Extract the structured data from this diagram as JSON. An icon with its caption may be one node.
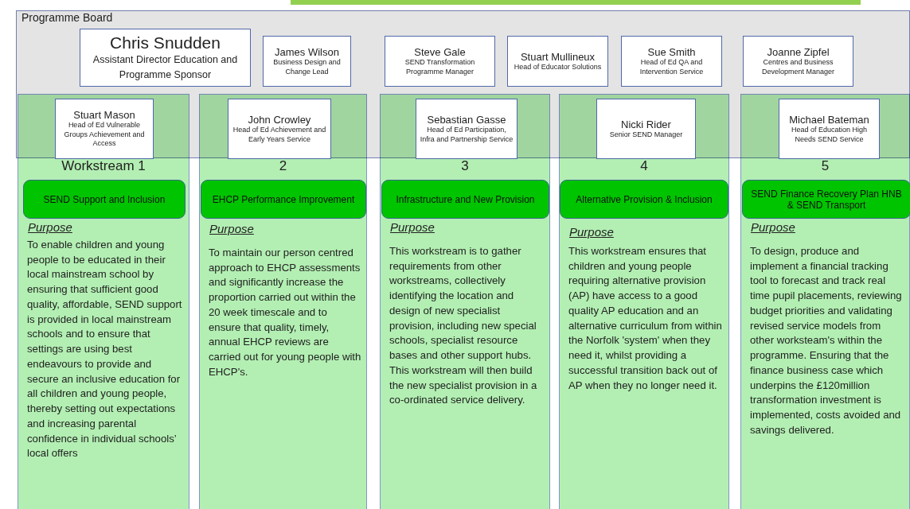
{
  "diagram": {
    "nodes": [
      {
        "text": [
          "Programme Board"
        ]
      },
      {
        "text": [
          "Chris Snudden",
          "Assistant Director Education and Programme Sponsor"
        ],
        "in": 0
      },
      {
        "text": [
          "James Wilson",
          "Business Design and Change Lead"
        ],
        "in": 0
      },
      {
        "text": [
          "Steve Gale",
          "SEND Transformation Programme Manager"
        ],
        "in": 0
      },
      {
        "text": [
          "Stuart Mullineux",
          "Head of Educator Solutions"
        ],
        "in": 0
      },
      {
        "text": [
          "Sue Smith",
          "Head of Ed QA and Intervention Service"
        ],
        "in": 0
      },
      {
        "text": [
          "Joanne Zipfel",
          "Centres and Business Development Manager"
        ],
        "in": 0
      },
      {
        "text": [
          "Workstream 1",
          "Purpose",
          "To enable children and young people to be educated in their local mainstream school by ensuring that sufficient good quality, affordable, SEND support is provided in local mainstream schools and to ensure that settings are using best endeavours to provide and secure an inclusive education for all children and young people,  thereby setting out expectations and increasing parental confidence in individual schools’ local offers"
        ]
      },
      {
        "text": [
          "Stuart Mason",
          "Head of Ed Vulnerable Groups Achievement and Access"
        ]
      },
      {
        "text": [
          "SEND Support and Inclusion"
        ],
        "in": 7
      },
      {
        "text": [
          "2",
          "Purpose",
          "To maintain our person centred approach to EHCP assessments and significantly increase the proportion carried out within the 20 week timescale and to ensure that quality, timely,  annual EHCP reviews are carried out for young people with EHCP's."
        ]
      },
      {
        "text": [
          "John Crowley",
          "Head of Ed Achievement and Early Years Service"
        ]
      },
      {
        "text": [
          "EHCP Performance Improvement"
        ],
        "in": 10
      },
      {
        "text": [
          "3",
          "Purpose",
          "This workstream is to gather requirements from other workstreams,  collectively identifying the location and design of new specialist provision, including new special schools, specialist resource bases and other support hubs.  This workstream will then build the new specialist provision in a co-ordinated service delivery."
        ]
      },
      {
        "text": [
          "Sebastian Gasse",
          "Head of Ed Participation, Infra and Partnership Service"
        ]
      },
      {
        "text": [
          "Infrastructure and New Provision"
        ],
        "in": 13
      },
      {
        "text": [
          "4",
          "Purpose",
          "This workstream ensures that children and young people requiring alternative provision (AP) have access to a good quality AP education and an alternative curriculum from within the Norfolk 'system' when they need it, whilst providing a successful transition back out of AP when they no longer need it."
        ]
      },
      {
        "text": [
          "Nicki Rider",
          "Senior SEND Manager"
        ]
      },
      {
        "text": [
          "Alternative Provision & Inclusion"
        ],
        "in": 16
      },
      {
        "text": [
          "5",
          "Purpose",
          "To design, produce and implement a financial tracking tool to forecast and track real time pupil placements, reviewing budget priorities and validating revised service models from other worksteam's within the programme.  Ensuring that the finance business case which underpins the £120million transformation investment is implemented, costs avoided and savings delivered."
        ]
      },
      {
        "text": [
          "Michael Bateman",
          "Head of Education High Needs SEND Service"
        ]
      },
      {
        "text": [
          "SEND Finance Recovery Plan HNB & SEND Transport"
        ],
        "in": 19
      }
    ]
  }
}
